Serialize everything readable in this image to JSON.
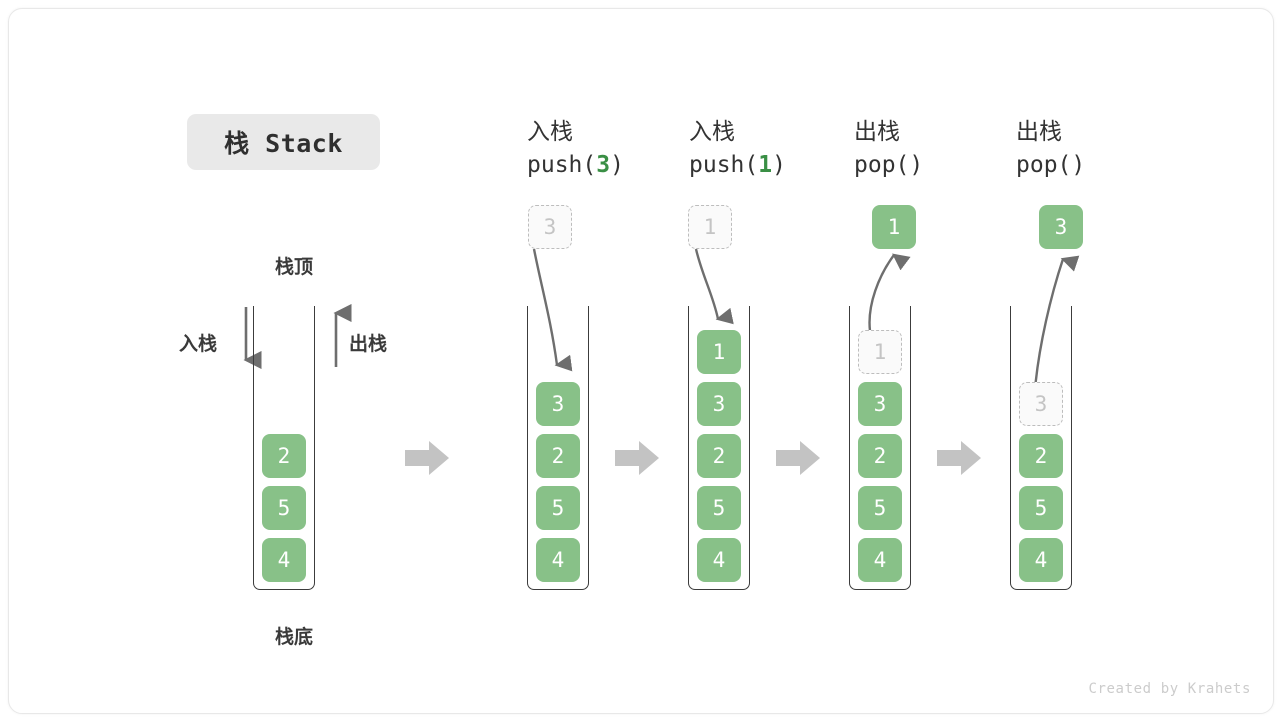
{
  "title": {
    "text": "栈 Stack"
  },
  "legend": {
    "top_label": "栈顶",
    "bottom_label": "栈底",
    "push_label": "入栈",
    "pop_label": "出栈"
  },
  "colors": {
    "cell_green": "#88c188",
    "cell_text": "#ffffff",
    "ghost_fill": "#fafafa",
    "ghost_border": "#bdbdbd",
    "ghost_text": "#c4c4c4",
    "wall": "#3c3c3c",
    "arrow_gray": "#6e6e6e",
    "step_arrow": "#c3c3c3",
    "title_chip_bg": "#e9e9e9",
    "code_arg_green": "#3a8f45"
  },
  "columns": [
    {
      "id": "initial",
      "header_cn": "",
      "header_code": "",
      "floating": null,
      "cells": [
        "2",
        "5",
        "4"
      ]
    },
    {
      "id": "push-3",
      "header_cn": "入栈",
      "header_code_prefix": "push(",
      "header_code_arg": "3",
      "header_code_suffix": ")",
      "floating": {
        "value": "3",
        "style": "ghost"
      },
      "cells": [
        "3",
        "2",
        "5",
        "4"
      ]
    },
    {
      "id": "push-1",
      "header_cn": "入栈",
      "header_code_prefix": "push(",
      "header_code_arg": "1",
      "header_code_suffix": ")",
      "floating": {
        "value": "1",
        "style": "ghost"
      },
      "cells": [
        "1",
        "3",
        "2",
        "5",
        "4"
      ]
    },
    {
      "id": "pop-1",
      "header_cn": "出栈",
      "header_code_prefix": "pop(",
      "header_code_arg": "",
      "header_code_suffix": ")",
      "floating": {
        "value": "1",
        "style": "solid"
      },
      "cells": [
        "1",
        "3",
        "2",
        "5",
        "4"
      ],
      "ghost_top": "1"
    },
    {
      "id": "pop-3",
      "header_cn": "出栈",
      "header_code_prefix": "pop(",
      "header_code_arg": "",
      "header_code_suffix": ")",
      "floating": {
        "value": "3",
        "style": "solid"
      },
      "cells": [
        "3",
        "2",
        "5",
        "4"
      ],
      "ghost_top": "3"
    }
  ],
  "cells": {
    "c0": [
      "2",
      "5",
      "4"
    ],
    "c1": [
      "3",
      "2",
      "5",
      "4"
    ],
    "c2": [
      "1",
      "3",
      "2",
      "5",
      "4"
    ],
    "c3_ghost": "1",
    "c3": [
      "3",
      "2",
      "5",
      "4"
    ],
    "c4_ghost": "3",
    "c4": [
      "2",
      "5",
      "4"
    ]
  },
  "floating": {
    "f1": "3",
    "f2": "1",
    "f3": "1",
    "f4": "3"
  },
  "headers": {
    "h1_cn": "入栈",
    "h1_pre": "push(",
    "h1_arg": "3",
    "h1_post": ")",
    "h2_cn": "入栈",
    "h2_pre": "push(",
    "h2_arg": "1",
    "h2_post": ")",
    "h3_cn": "出栈",
    "h3_pre": "pop(",
    "h3_arg": "",
    "h3_post": ")",
    "h4_cn": "出栈",
    "h4_pre": "pop(",
    "h4_arg": "",
    "h4_post": ")"
  },
  "watermark": {
    "text": "Created by Krahets"
  }
}
